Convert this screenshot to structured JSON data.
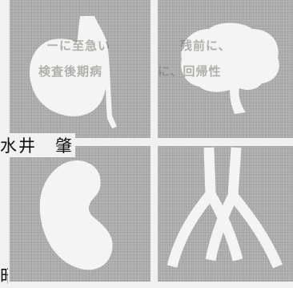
{
  "author_fragment": "水井　肇",
  "bottom_fragment": "昭",
  "overlay": {
    "line1": "ーに至急い",
    "line2": "残前に、",
    "line3": "検査後期病",
    "line4": "に、回帰性"
  },
  "panels": [
    {
      "name": "stomach",
      "icon": "stomach-icon"
    },
    {
      "name": "brain",
      "icon": "brain-icon"
    },
    {
      "name": "kidney",
      "icon": "kidney-icon"
    },
    {
      "name": "blood-vessel",
      "icon": "blood-vessel-icon"
    }
  ],
  "colors": {
    "panel": "#a9a9a7",
    "organ": "#f4f4f2",
    "paper": "#f1f1ef",
    "text": "#111111"
  }
}
